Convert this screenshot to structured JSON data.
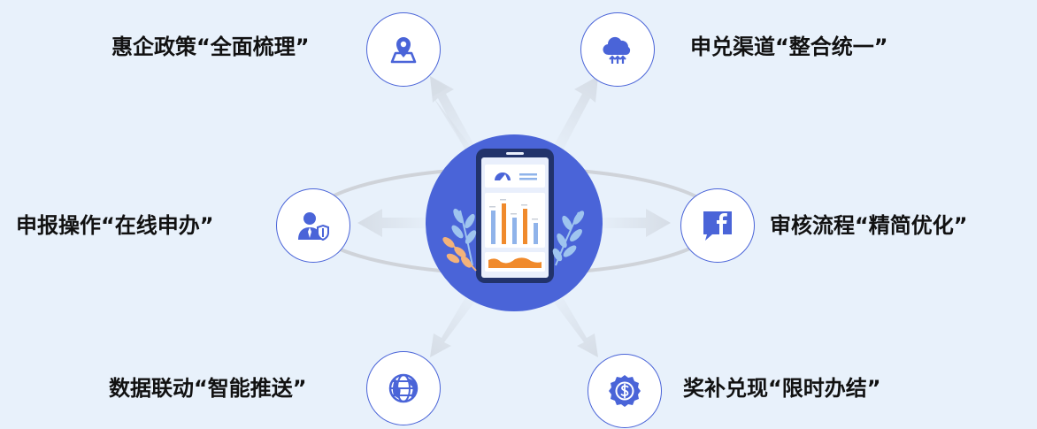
{
  "colors": {
    "background": "#e8f1fb",
    "accent": "#4a64d8",
    "arrow": "#d6dde6",
    "ring": "#cfd3d9",
    "bar_orange": "#f08a2c",
    "bar_blue": "#8fb3ea",
    "leaf_blue": "#9ec4ef",
    "leaf_orange": "#f3b27a"
  },
  "center": {
    "icon": "smartphone-dashboard-icon"
  },
  "features": [
    {
      "label": "惠企政策“全面梳理”",
      "icon": "map-pin-icon"
    },
    {
      "label": "申兑渠道“整合统一”",
      "icon": "cloud-upload-icon"
    },
    {
      "label": "申报操作“在线申办”",
      "icon": "user-shield-icon"
    },
    {
      "label": "审核流程“精简优化”",
      "icon": "facebook-chat-icon"
    },
    {
      "label": "数据联动“智能推送”",
      "icon": "globe-icon"
    },
    {
      "label": "奖补兑现“限时办结”",
      "icon": "dollar-badge-icon"
    }
  ]
}
